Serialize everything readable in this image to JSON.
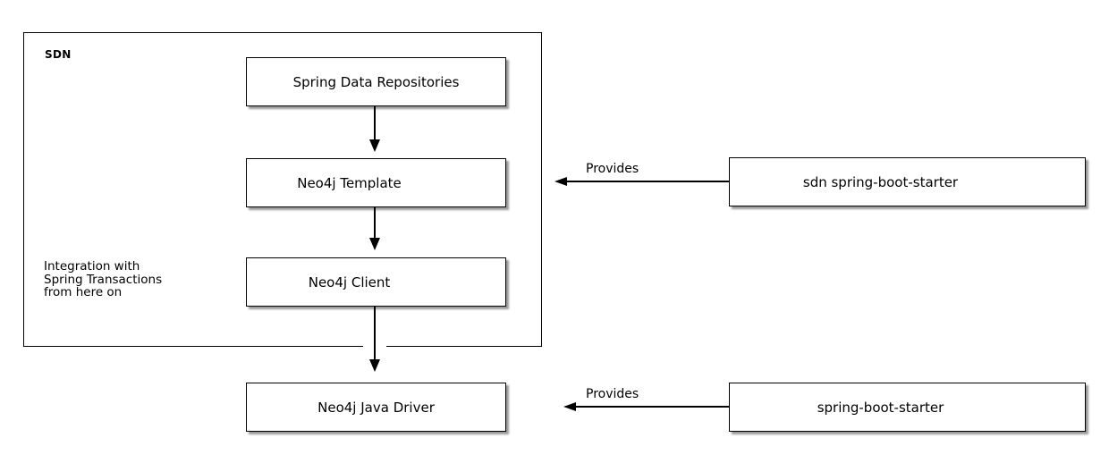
{
  "diagram": {
    "group_label": "SDN",
    "nodes": {
      "repositories": {
        "label": "Spring Data Repositories"
      },
      "template": {
        "label": "Neo4j Template"
      },
      "client": {
        "label": "Neo4j Client"
      },
      "driver": {
        "label": "Neo4j Java Driver"
      },
      "sdn_starter": {
        "label": "sdn spring-boot-starter"
      },
      "boot_starter": {
        "label": "spring-boot-starter"
      }
    },
    "edges": {
      "provides_top_label": "Provides",
      "provides_bottom_label": "Provides"
    },
    "annotation": "Integration with\nSpring Transactions\nfrom here on",
    "colors": {
      "line": "#000000",
      "box_fill": "#ffffff",
      "background": "#ffffff",
      "shadow": "rgba(70,70,70,0.55)"
    }
  }
}
